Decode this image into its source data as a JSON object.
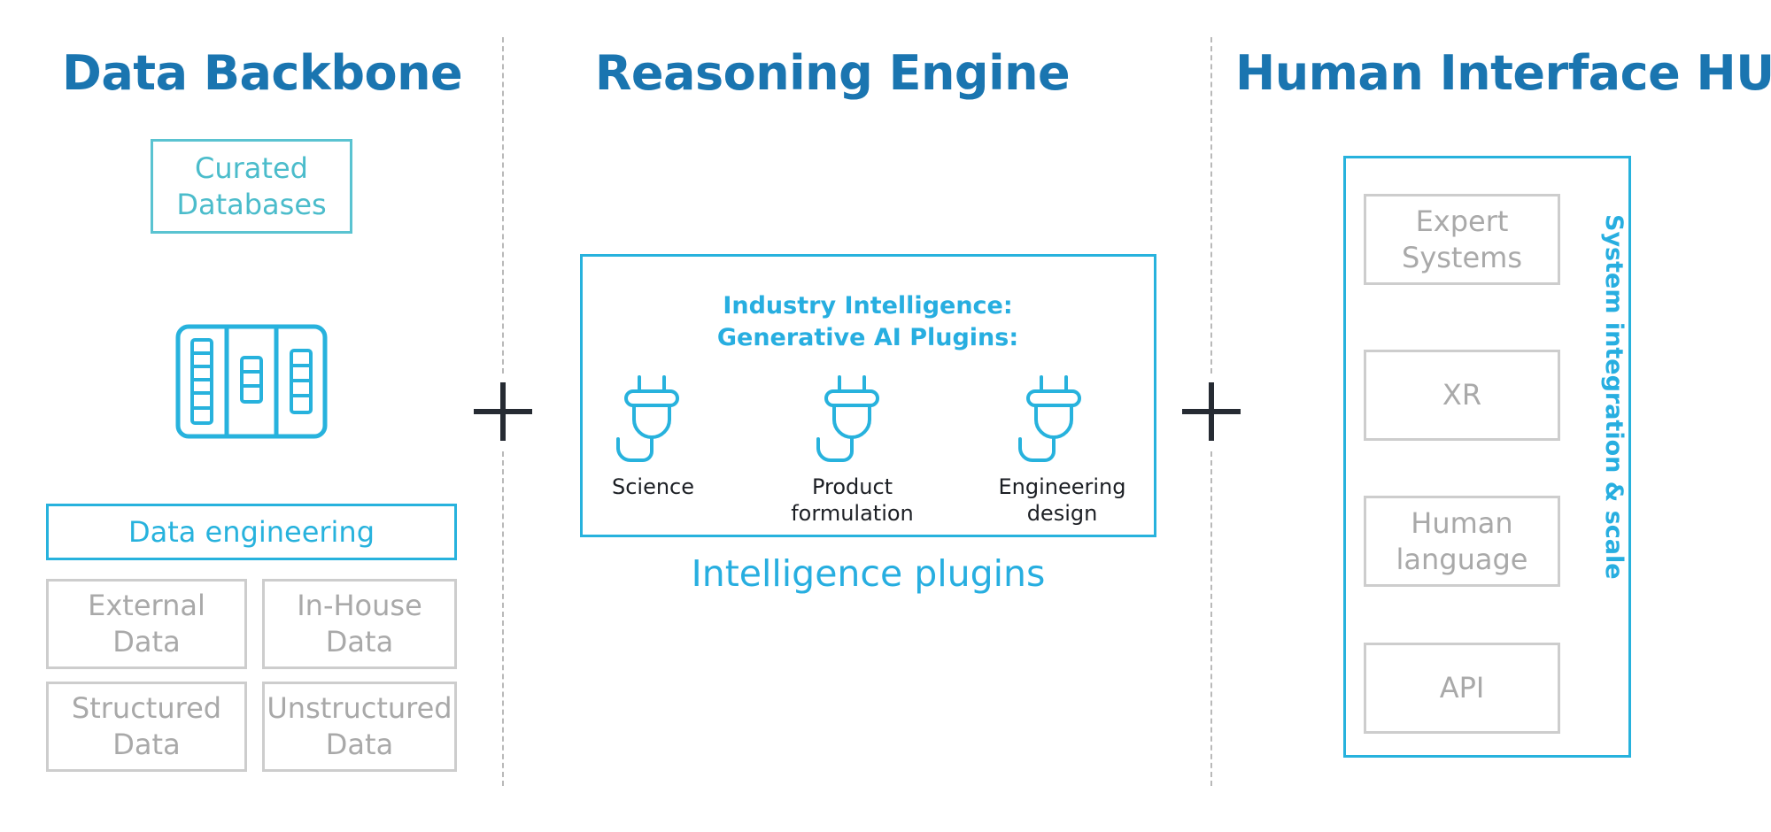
{
  "columns": {
    "backbone_title": "Data Backbone",
    "reasoning_title": "Reasoning Engine",
    "hub_title": "Human Interface HUB"
  },
  "backbone": {
    "curated": "Curated\nDatabases",
    "database_icon": "database-server-icon",
    "engineering": "Data engineering",
    "sources": [
      "External\nData",
      "In-House\nData",
      "Structured\nData",
      "Unstructured\nData"
    ]
  },
  "reasoning": {
    "panel_title": "Industry Intelligence:\nGenerative AI Plugins:",
    "plugins": [
      {
        "label": "Science",
        "icon": "plug-icon"
      },
      {
        "label": "Product\nformulation",
        "icon": "plug-icon"
      },
      {
        "label": "Engineering\ndesign",
        "icon": "plug-icon"
      }
    ],
    "caption": "Intelligence plugins"
  },
  "hub": {
    "items": [
      "Expert\nSystems",
      "XR",
      "Human\nlanguage",
      "API"
    ],
    "side_label": "System integration & scale"
  },
  "operators": [
    "plus-icon",
    "plus-icon"
  ],
  "colors": {
    "title": "#1a75b0",
    "accent": "#27b2dd",
    "teal": "#5ac3d1",
    "muted": "#cdcdcd",
    "operator": "#262b33"
  }
}
